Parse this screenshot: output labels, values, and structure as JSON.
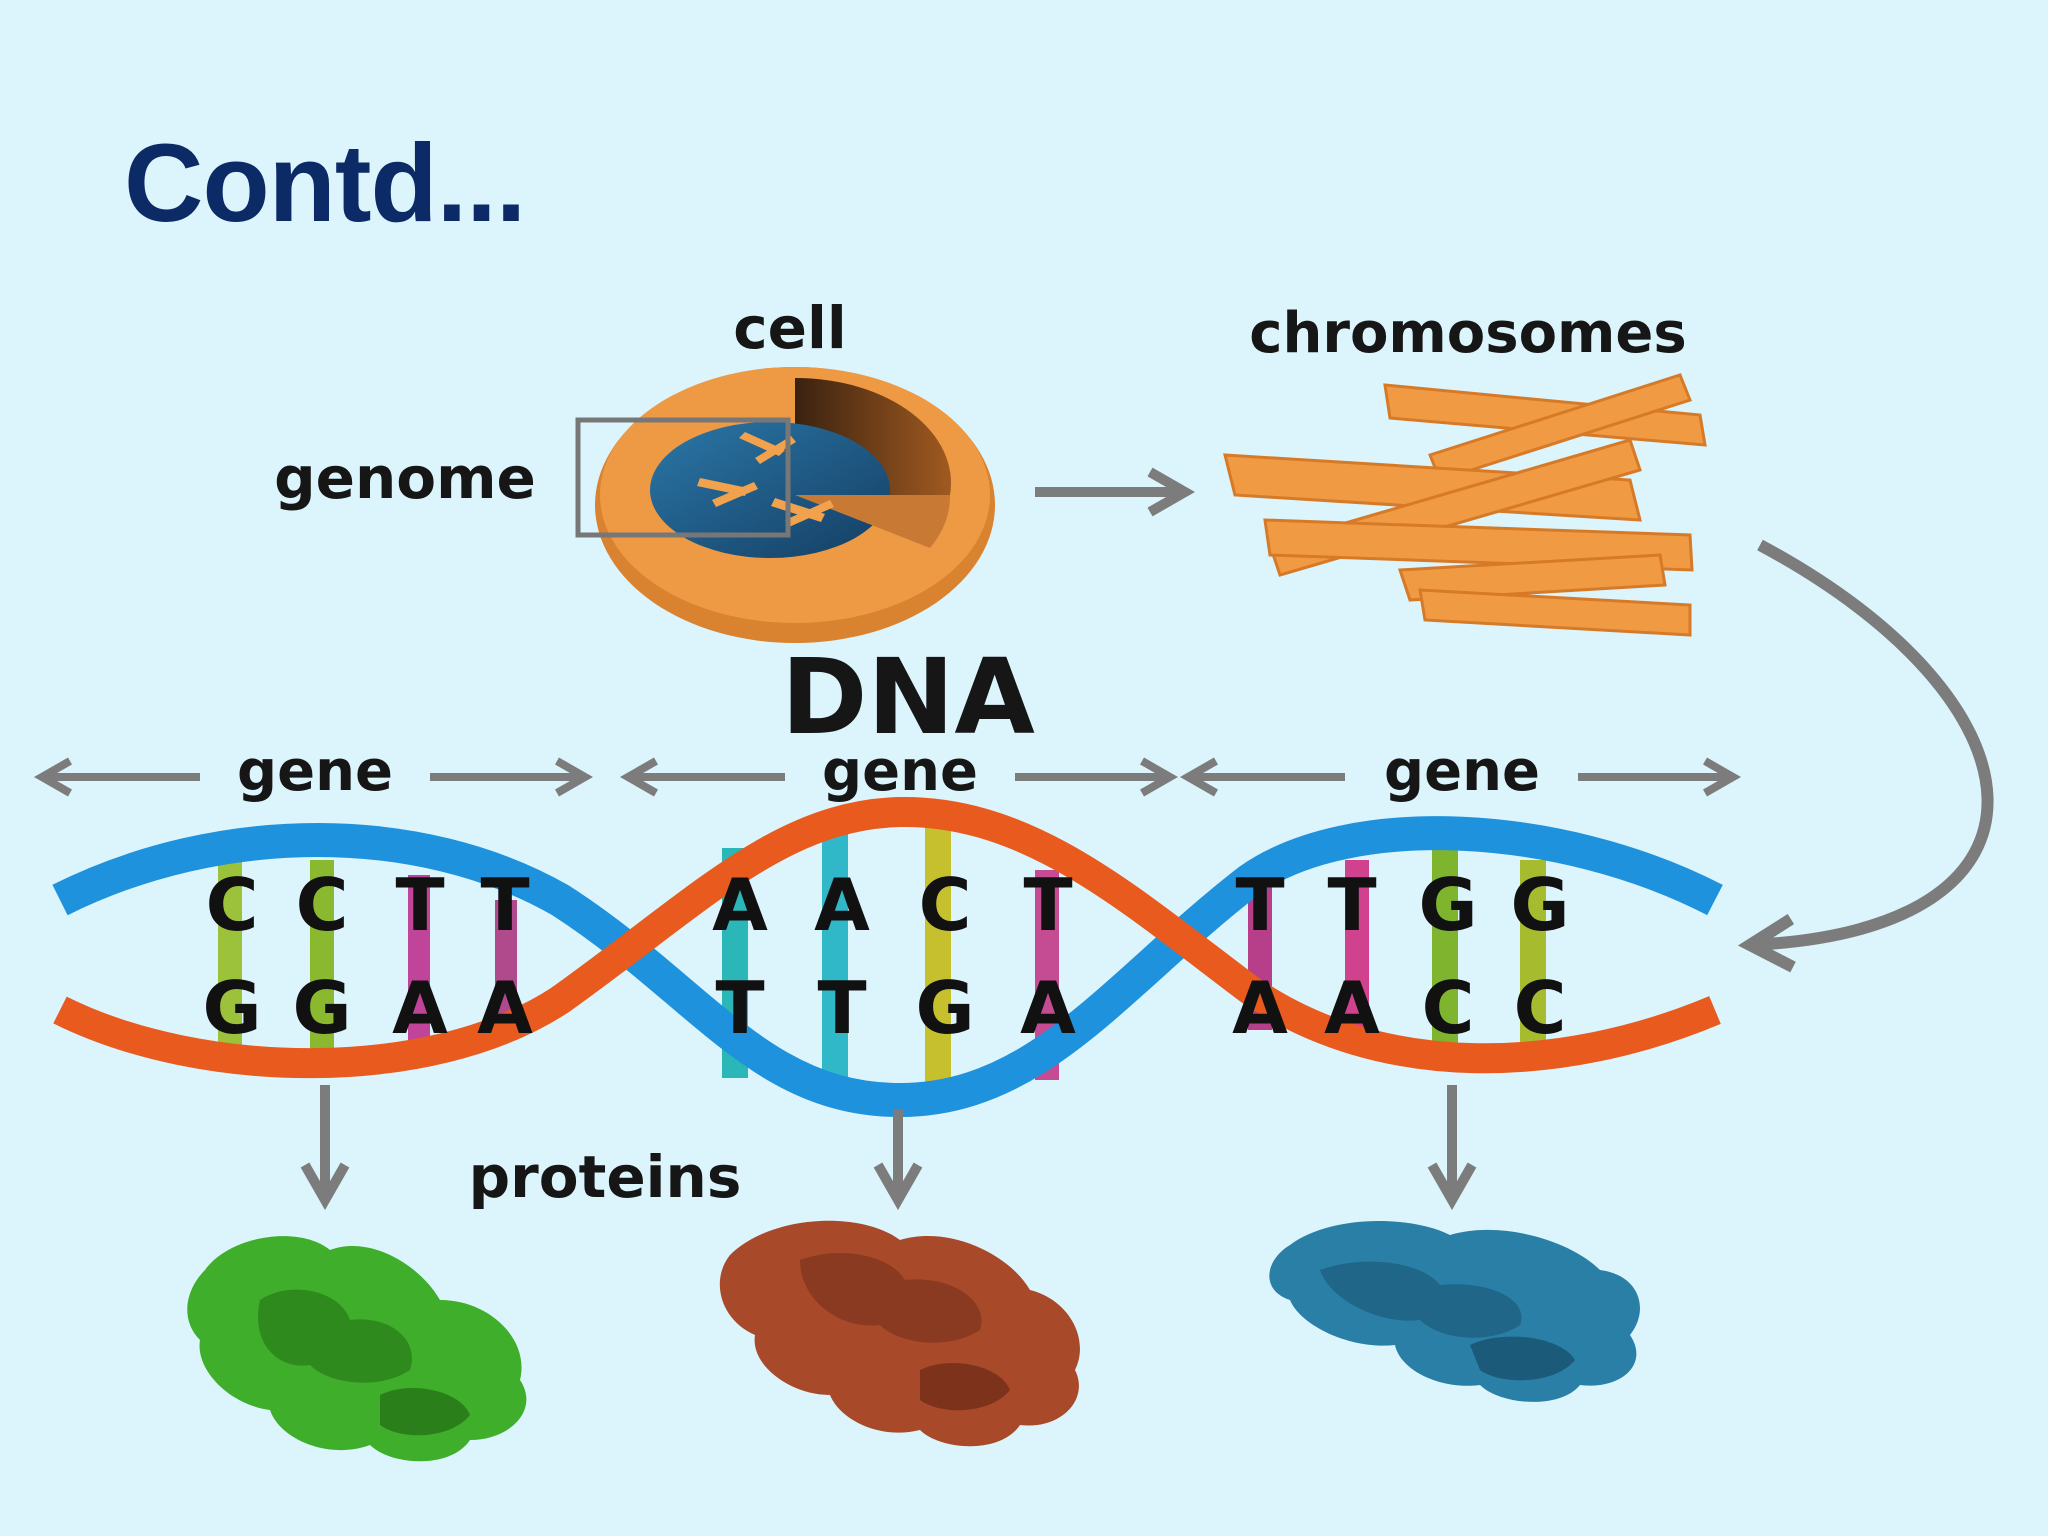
{
  "slide": {
    "title": "Contd..."
  },
  "labels": {
    "cell": "cell",
    "chromosomes": "chromosomes",
    "genome": "genome",
    "dna": "DNA",
    "gene": "gene",
    "proteins": "proteins"
  },
  "genes": [
    {
      "top": [
        "C",
        "C",
        "T",
        "T"
      ],
      "bottom": [
        "G",
        "G",
        "A",
        "A"
      ]
    },
    {
      "top": [
        "A",
        "A",
        "C",
        "T"
      ],
      "bottom": [
        "T",
        "T",
        "G",
        "A"
      ]
    },
    {
      "top": [
        "T",
        "T",
        "G",
        "G"
      ],
      "bottom": [
        "A",
        "A",
        "C",
        "C"
      ]
    }
  ],
  "colors": {
    "background": "#dcf4fb",
    "title": "#0c2a66",
    "cell_orange": "#e8903a",
    "nucleus_blue": "#1f5f8e",
    "chromosome_orange": "#f19a44",
    "arrow_gray": "#7c7c7c",
    "strand_blue": "#1e92dc",
    "strand_orange": "#e85a1e",
    "protein_green": "#3fae2a",
    "protein_brown": "#a84a2a",
    "protein_teal": "#2a7fa6"
  }
}
